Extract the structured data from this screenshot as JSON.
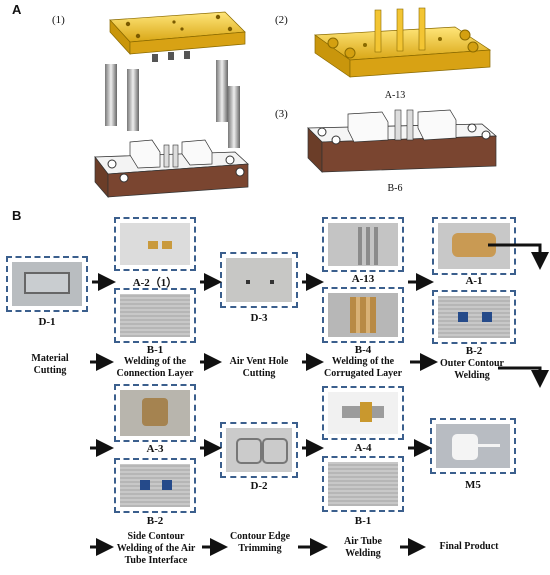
{
  "panel_a": {
    "letter": "A",
    "sub1": "(1)",
    "sub2": "(2)",
    "sub3": "(3)",
    "caption2": "A-13",
    "caption3": "B-6"
  },
  "panel_b": {
    "letter": "B",
    "labels": {
      "d1": "D-1",
      "a2": "A-2（1）",
      "b1_top": "B-1",
      "d3": "D-3",
      "a13": "A-13",
      "b4": "B-4",
      "a1": "A-1",
      "b2_top": "B-2",
      "a3": "A-3",
      "b2_bottom": "B-2",
      "d2": "D-2",
      "a4": "A-4",
      "b1_bottom": "B-1",
      "m5": "M5"
    },
    "steps_row1": [
      "Material Cutting",
      "Welding of the Connection Layer",
      "Air Vent Hole Cutting",
      "Welding of the Corrugated Layer",
      "Outer Contour Welding"
    ],
    "steps_row2": [
      "Side Contour Welding of the Air Tube Interface",
      "Contour Edge Trimming",
      "Air Tube Welding",
      "Final Product"
    ]
  }
}
